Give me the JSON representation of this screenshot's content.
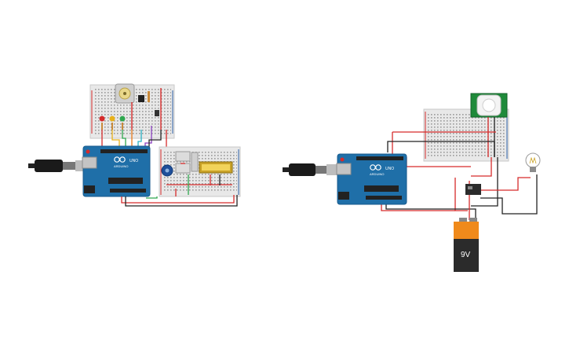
{
  "canvas": {
    "background": "#ffffff"
  },
  "colors": {
    "board": "#1f6fa8",
    "board_dark": "#175a8c",
    "breadboard": "#e8e8e8",
    "breadboard_edge": "#c9c9c9",
    "wire_red": "#d62b2b",
    "wire_black": "#222222",
    "wire_green": "#2fa84f",
    "wire_yellow": "#e8b11b",
    "wire_orange": "#e87a1b",
    "wire_purple": "#8a3fbf",
    "wire_cyan": "#2ab0c4",
    "battery_top": "#f08a1b",
    "battery_body": "#2b2b2b",
    "pir_board": "#1f8a3a",
    "lcd_screen": "#f2d35a"
  },
  "circuit_left": {
    "arduino": {
      "brand": "ARDUINO",
      "model": "UNO",
      "icon": "arduino-infinity-icon"
    },
    "components": {
      "dc_motor_icon": "dc-motor-icon",
      "potentiometer_icon": "potentiometer-icon",
      "pushbutton_icon": "pushbutton-icon",
      "lcd_icon": "lcd-display-icon",
      "led_colors": [
        "#d62b2b",
        "#e8b11b",
        "#2fa84f"
      ]
    }
  },
  "circuit_right": {
    "arduino": {
      "brand": "ARDUINO",
      "model": "UNO",
      "icon": "arduino-infinity-icon"
    },
    "battery": {
      "label": "9V"
    },
    "pir_sensor_icon": "pir-sensor-icon",
    "relay_icon": "relay-module-icon",
    "light_bulb_icon": "light-bulb-icon"
  }
}
